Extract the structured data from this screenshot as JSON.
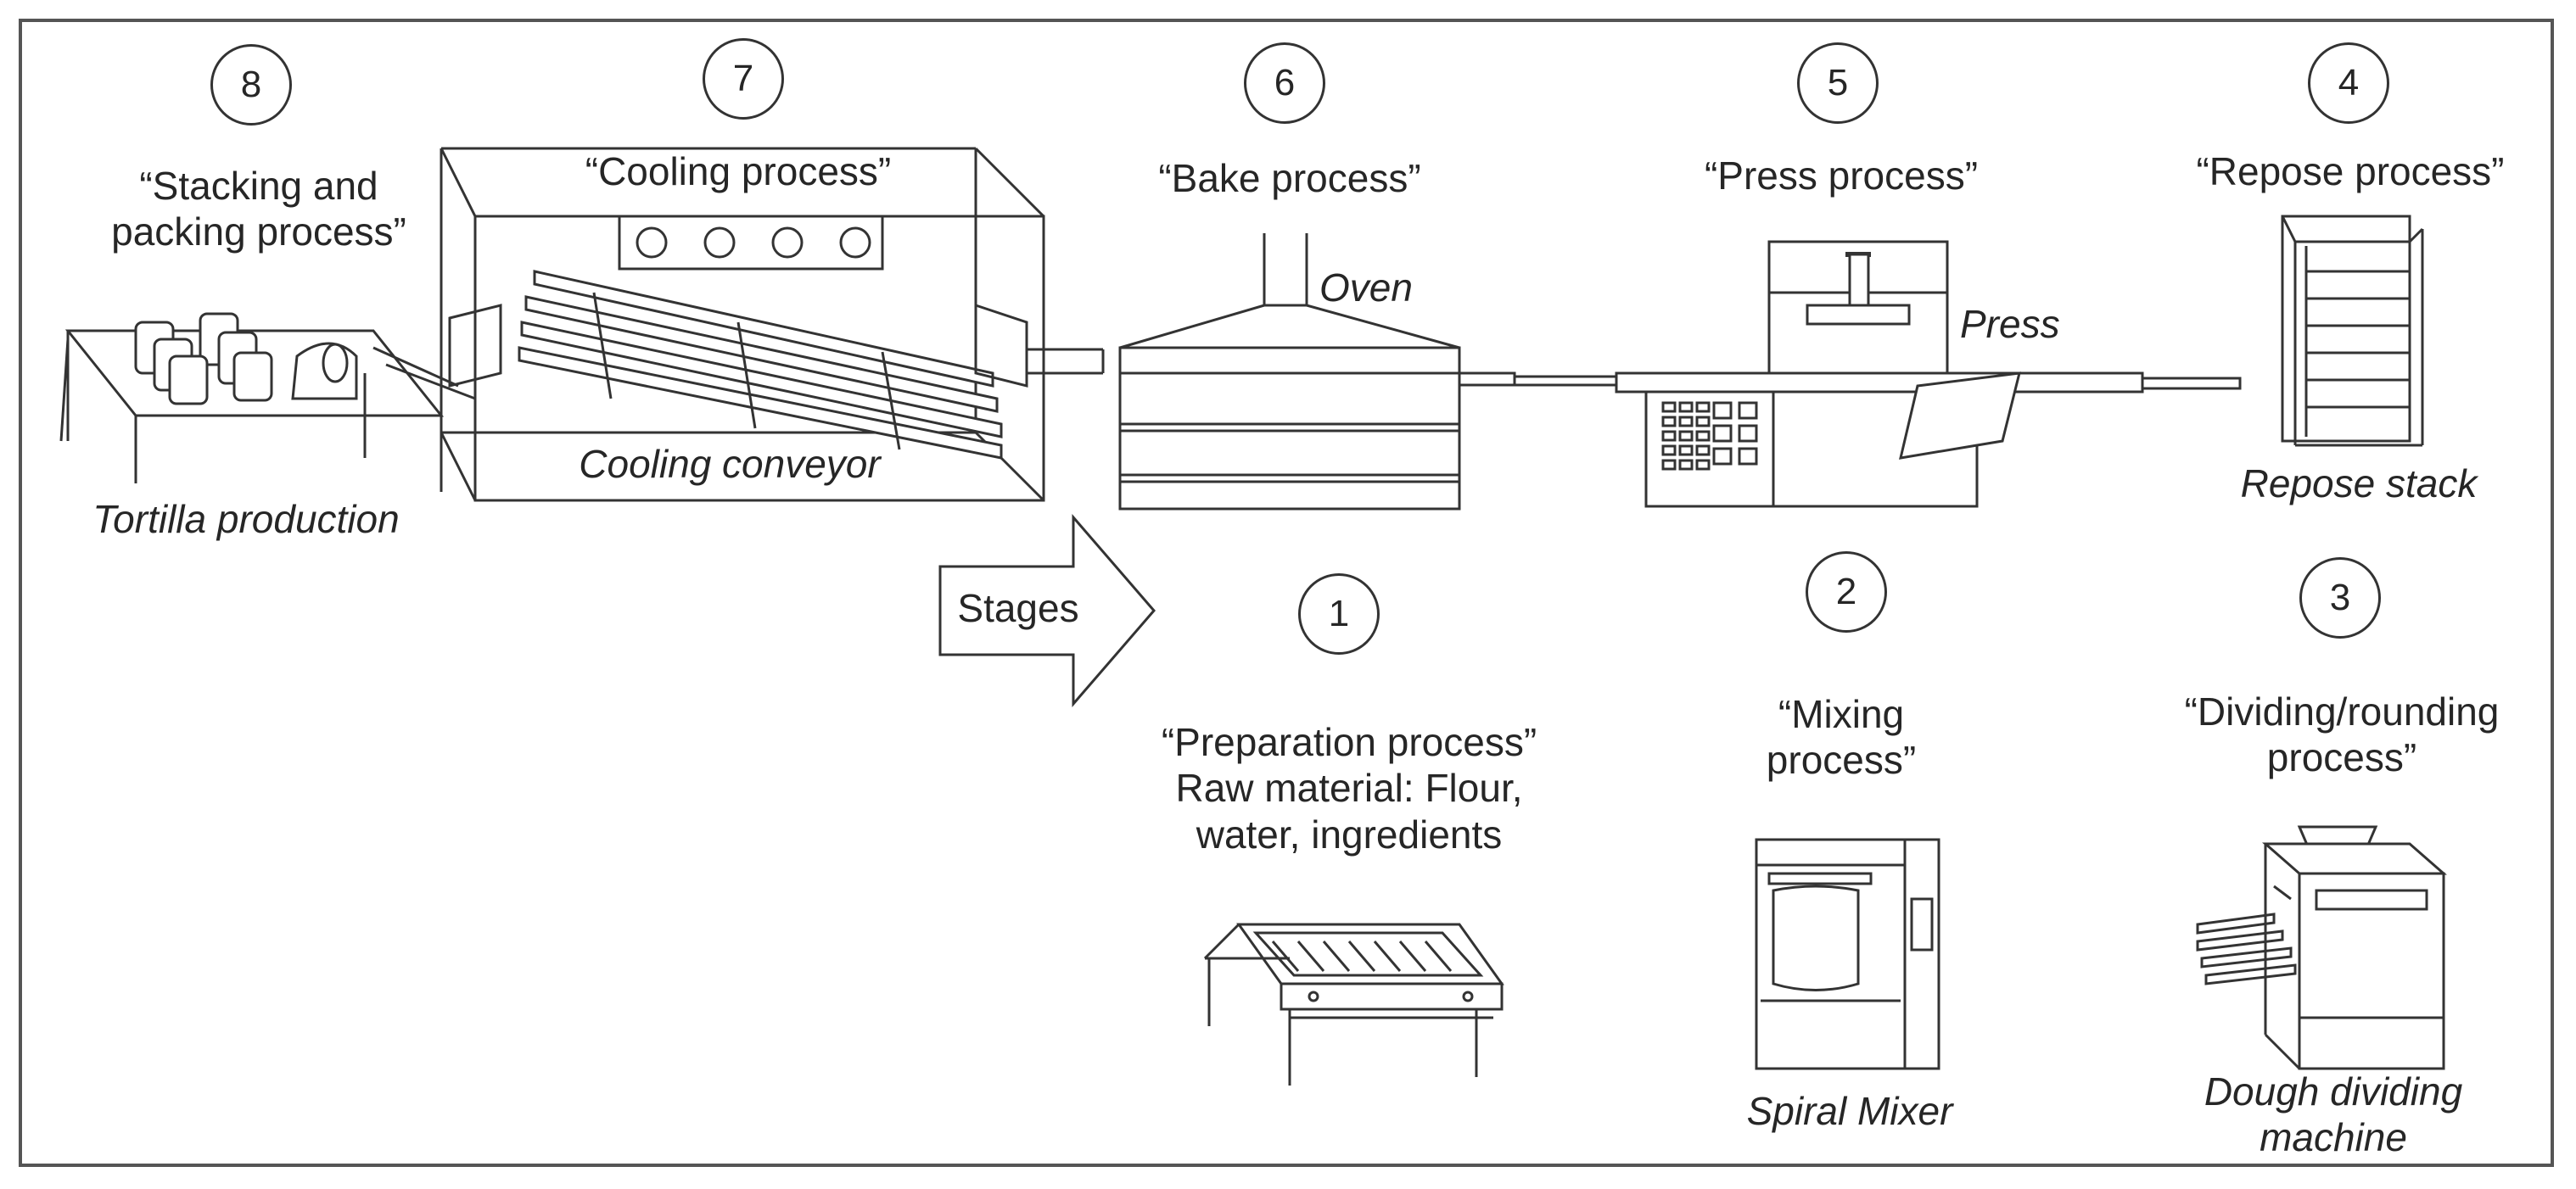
{
  "stages": [
    {
      "number": "1",
      "title": "“Preparation process”",
      "detail_1": "Raw material: Flour,",
      "detail_2": "water, ingredients"
    },
    {
      "number": "2",
      "title_1": "“Mixing",
      "title_2": "process”",
      "equipment": "Spiral Mixer"
    },
    {
      "number": "3",
      "title_1": "“Dividing/rounding",
      "title_2": "process”",
      "equipment_1": "Dough dividing",
      "equipment_2": "machine"
    },
    {
      "number": "4",
      "title": "“Repose process”",
      "equipment": "Repose stack"
    },
    {
      "number": "5",
      "title": "“Press process”",
      "equipment": "Press"
    },
    {
      "number": "6",
      "title": "“Bake process”",
      "equipment": "Oven"
    },
    {
      "number": "7",
      "title": "“Cooling process”",
      "equipment": "Cooling conveyor"
    },
    {
      "number": "8",
      "title_1": "“Stacking and",
      "title_2": "packing process”",
      "equipment": "Tortilla production"
    }
  ],
  "arrow_label": "Stages",
  "colors": {
    "line": "#333333",
    "text": "#262626",
    "frame": "#555555"
  }
}
